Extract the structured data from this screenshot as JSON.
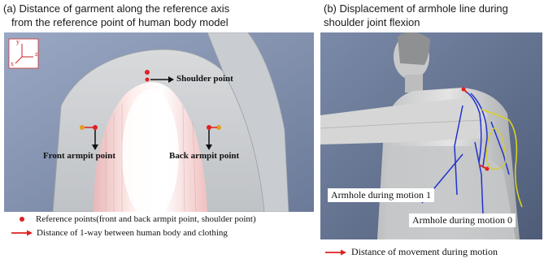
{
  "panel_a": {
    "caption_line1": "(a) Distance of garment along the reference axis",
    "caption_line2": "from the reference point of human body model",
    "axis_y": "y",
    "axis_z": "z",
    "axis_x": "x",
    "shoulder_label": "Shoulder point",
    "front_label": "Front armpit point",
    "back_label": "Back armpit point",
    "legend_ref": "Reference points(front and back armpit point, shoulder point)",
    "legend_dist": "Distance of 1-way between human body and clothing"
  },
  "panel_b": {
    "caption_line1": "(b) Displacement of armhole line during",
    "caption_line2": "shoulder joint flexion",
    "motion1_label": "Armhole during motion 1",
    "motion0_label": "Armhole during motion 0",
    "legend_move": "Distance of movement during motion"
  },
  "colors": {
    "ref_point": "#e02020",
    "arrow_red": "#e02020",
    "motion1_line": "#2233cc",
    "motion0_line": "#d8d020",
    "background_a": "#8a9cba",
    "background_b": "#607090"
  }
}
